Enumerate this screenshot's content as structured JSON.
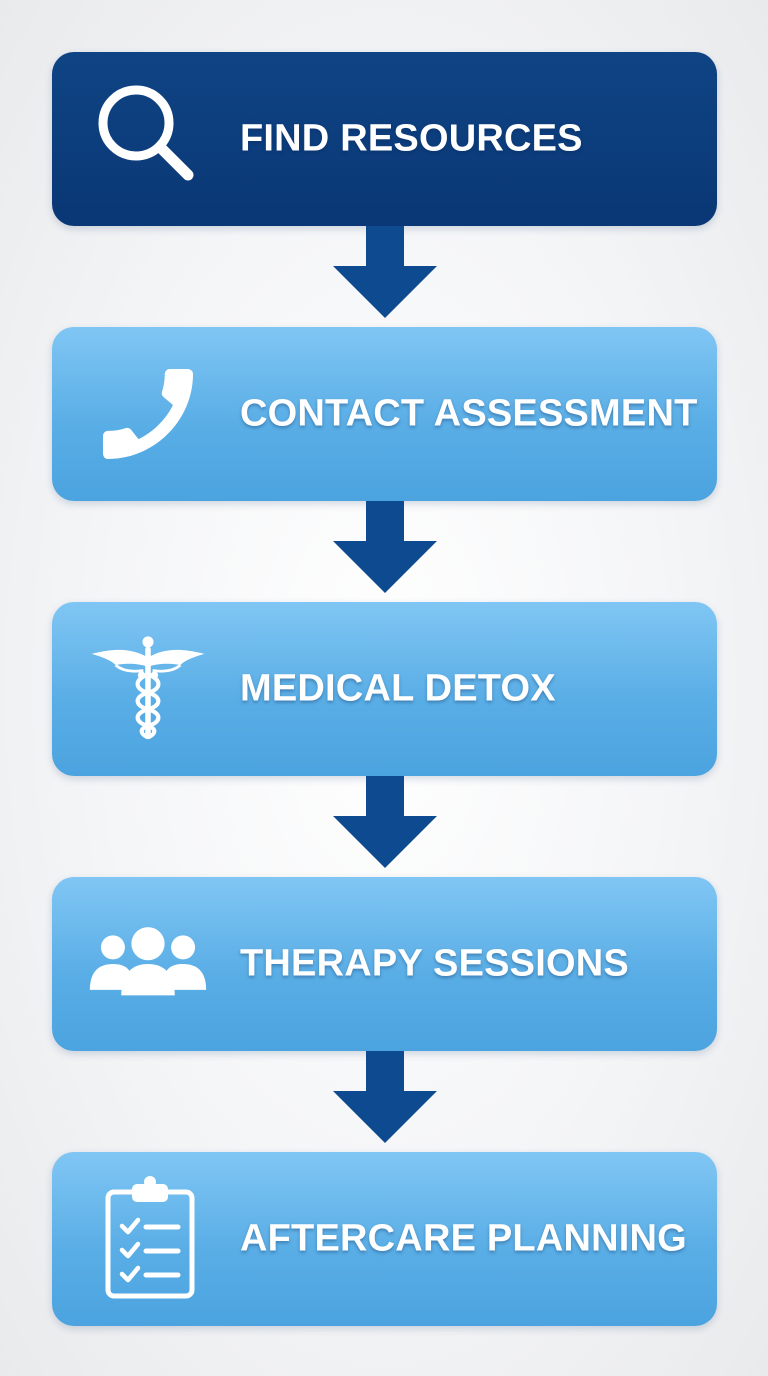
{
  "colors": {
    "primary": "#0c3d7c",
    "step_light": "#62b2e8",
    "arrow": "#0d4a8f",
    "text": "#ffffff"
  },
  "steps": [
    {
      "label": "FIND RESOURCES",
      "icon": "search-icon"
    },
    {
      "label": "CONTACT ASSESSMENT",
      "icon": "phone-icon"
    },
    {
      "label": "MEDICAL DETOX",
      "icon": "caduceus-icon"
    },
    {
      "label": "THERAPY SESSIONS",
      "icon": "group-icon"
    },
    {
      "label": "AFTERCARE PLANNING",
      "icon": "clipboard-checklist-icon"
    }
  ]
}
